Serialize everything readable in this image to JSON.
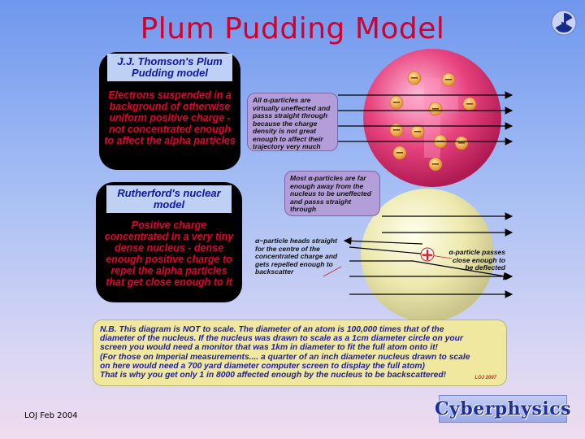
{
  "title": "Plum Pudding Model",
  "footer_text": "LOJ Feb 2004",
  "logo_text": "Cyberphysics",
  "thomson_panel": {
    "heading": "J.J. Thomson's Plum Pudding model",
    "body": "Electrons suspended in a background of otherwise uniform positive charge - not concentrated enough to affect the alpha particles"
  },
  "rutherford_panel": {
    "heading": "Rutherford's nuclear model",
    "body": "Positive charge concentrated in a very tiny dense nucleus - dense enough positive charge to repel the alpha particles that get close enough to it"
  },
  "callouts": {
    "thomson": "All α-particles are virtually uneffected and passs straight through because the charge density is not great enough to affect their trajectory very much",
    "most": "Most α-particles are far enough away from the nucleus to be uneffected and passs straight through",
    "backscatter": "α−particle heads straight for the centre of the concentrated charge and gets repelled enough to backscatter",
    "deflected": "α-particle passes close enough to be deflected"
  },
  "nb_note": {
    "lines": [
      "N.B. This diagram is NOT to scale. The diameter of an atom is 100,000 times that of the",
      "diameter of the nucleus. If the nucleus was drawn to scale as a 1cm diameter circle on your",
      "screen you would need a monitor that was 1km in diameter to fit the full atom onto it!",
      "(For those on Imperial measurements.... a quarter of an inch diameter nucleus drawn to scale",
      "on here would need a 700 yard diameter computer screen to display the full atom)",
      "That is why you get only 1 in 8000 affected enough by the nucleus to be backscattered!"
    ],
    "signature": "LOJ 2007"
  },
  "symbols": {
    "electron": "−",
    "nucleus": "+"
  },
  "colors": {
    "title": "#d4002a",
    "panel_text": "#e0022f",
    "pudding": "#e23a78",
    "electron": "#f0a030",
    "atom": "#f2efb4",
    "nucleus": "#e02020"
  }
}
